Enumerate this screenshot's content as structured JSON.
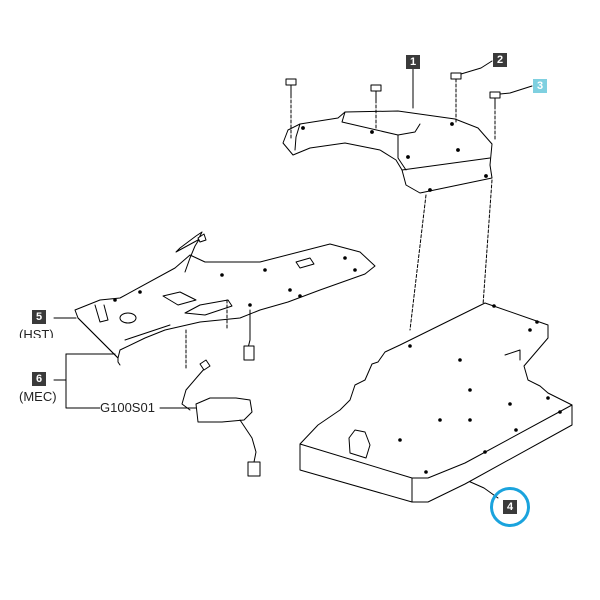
{
  "diagram": {
    "callouts": [
      {
        "id": "1",
        "text": "1"
      },
      {
        "id": "2",
        "text": "2"
      },
      {
        "id": "3",
        "text": "3",
        "highlighted": true
      },
      {
        "id": "4",
        "text": "4",
        "circled": true
      },
      {
        "id": "5",
        "text": "5"
      },
      {
        "id": "6",
        "text": "6"
      }
    ],
    "labels": {
      "hst": "(HST)",
      "mec": "(MEC)",
      "harness": "G100S01"
    },
    "colors": {
      "callout_fill": "#3a3a3a",
      "callout_active_fill": "#7fd0e0",
      "circle_highlight": "#1aa3dd",
      "line": "#000000"
    }
  }
}
